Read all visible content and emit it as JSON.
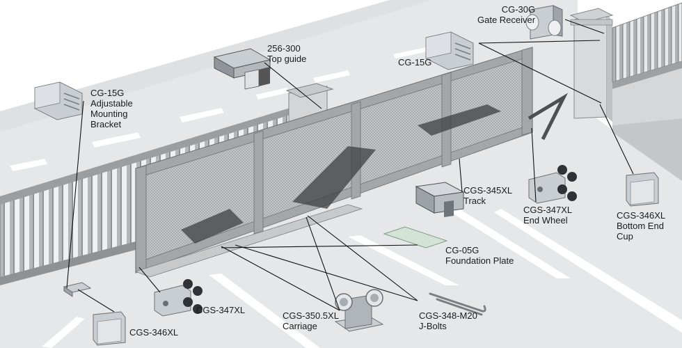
{
  "labels": {
    "cg30g": {
      "code": "CG-30G",
      "name": "Gate Receiver"
    },
    "top_guide": {
      "code": "256-300",
      "name": "Top guide"
    },
    "cg15g_top": {
      "code": "CG-15G"
    },
    "cg15g_left": {
      "code": "CG-15G",
      "line2": "Adjustable",
      "line3": "Mounting",
      "line4": "Bracket"
    },
    "track": {
      "code": "CGS-345XL",
      "name": "Track"
    },
    "end_wheel_right": {
      "code": "CGS-347XL",
      "name": "End Wheel"
    },
    "bottom_end_cup_right": {
      "code": "CGS-346XL",
      "name": "Bottom End",
      "line3": "Cup"
    },
    "foundation_plate": {
      "code": "CG-05G",
      "name": "Foundation Plate"
    },
    "carriage": {
      "code": "CGS-350.5XL",
      "name": "Carriage"
    },
    "j_bolts": {
      "code": "CGS-348-M20",
      "name": "J-Bolts"
    },
    "end_wheel_left": {
      "code": "CGS-347XL"
    },
    "bottom_end_cup_left": {
      "code": "CGS-346XL"
    }
  },
  "colors": {
    "road": "#e6e7e8",
    "lane_marking": "#ffffff",
    "fence_metal": "#b9bcbf",
    "gate_frame": "#a6a9ac",
    "mesh": "#c7c9cb",
    "shadow": "#4d4f52",
    "part_silver": "#c9ced3",
    "foundation_plate": "#d3e4d6",
    "leader_line": "#111111"
  }
}
